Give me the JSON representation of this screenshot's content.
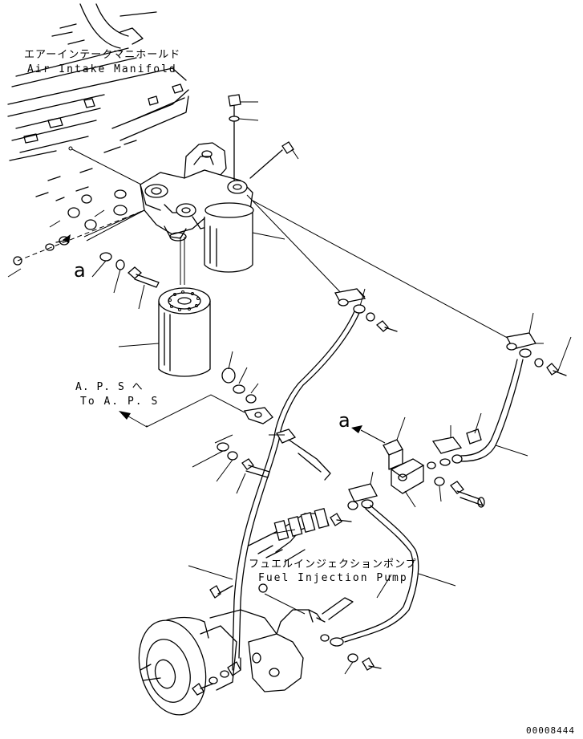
{
  "labels": {
    "air_intake_jp": "エアーインテークマニホールド",
    "air_intake_en": "Air Intake Manifold",
    "aps_jp": "A. P. S へ",
    "aps_en": "To A. P. S",
    "fuel_pump_jp": "フュエルインジェクションポンプ",
    "fuel_pump_en": "Fuel Injection Pump",
    "ref_a_left": "a",
    "ref_a_right": "a",
    "doc_number": "00008444"
  }
}
